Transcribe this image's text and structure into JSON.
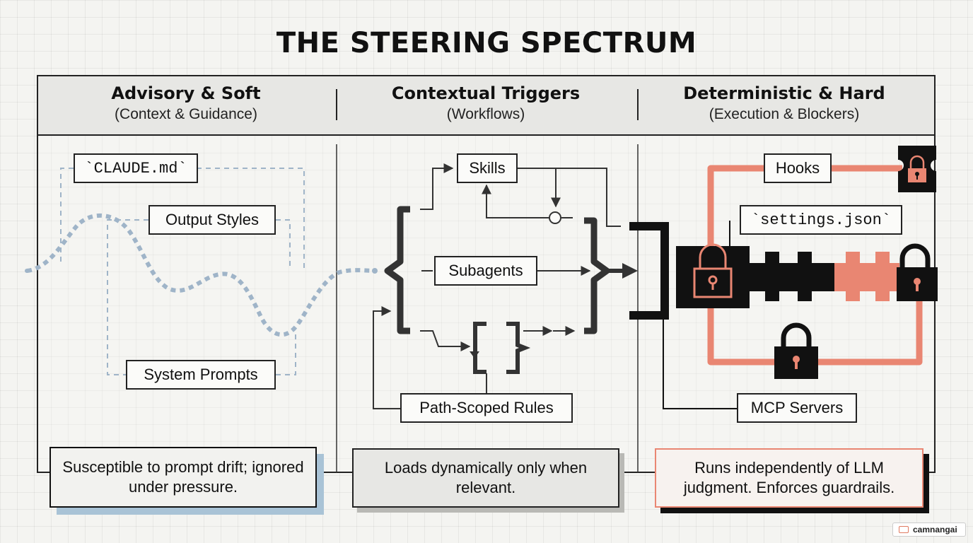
{
  "title": "THE STEERING SPECTRUM",
  "columns": [
    {
      "heading": "Advisory & Soft",
      "subheading": "(Context & Guidance)"
    },
    {
      "heading": "Contextual Triggers",
      "subheading": "(Workflows)"
    },
    {
      "heading": "Deterministic & Hard",
      "subheading": "(Execution & Blockers)"
    }
  ],
  "advisory": {
    "claude_md": "`CLAUDE.md`",
    "output_styles": "Output Styles",
    "system_prompts": "System Prompts",
    "note": "Susceptible to prompt drift; ignored under pressure."
  },
  "triggers": {
    "skills": "Skills",
    "subagents": "Subagents",
    "path_scoped_rules": "Path-Scoped Rules",
    "note": "Loads dynamically only when relevant."
  },
  "deterministic": {
    "hooks": "Hooks",
    "settings_json": "`settings.json`",
    "mcp_servers": "MCP Servers",
    "note": "Runs independently of LLM judgment. Enforces guardrails."
  },
  "brand": "camnangai",
  "colors": {
    "soft_blue": "#9fb4c8",
    "hard_coral": "#e98672",
    "ink": "#111111",
    "header_gray": "#e7e7e4"
  }
}
